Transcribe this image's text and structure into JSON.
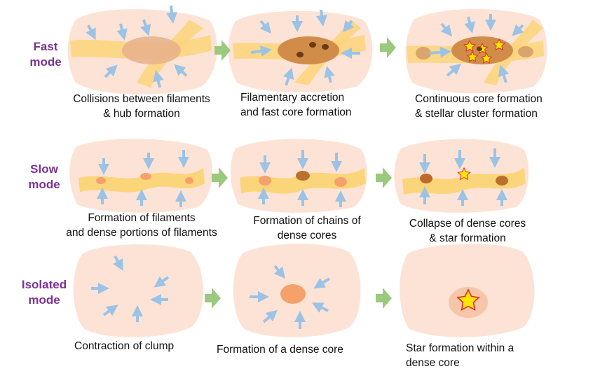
{
  "modes": {
    "fast": [
      "Fast",
      "mode"
    ],
    "slow": [
      "Slow",
      "mode"
    ],
    "isolated": [
      "Isolated",
      "mode"
    ]
  },
  "captions": {
    "fast1": [
      "Collisions between filaments",
      "& hub formation"
    ],
    "fast2": [
      "Filamentary accretion",
      "and fast core formation"
    ],
    "fast3": [
      "Continuous core formation",
      "& stellar cluster formation"
    ],
    "slow1": [
      "Formation of filaments",
      "and dense portions of filaments"
    ],
    "slow2": [
      "Formation of chains of",
      "dense cores"
    ],
    "slow3": [
      "Collapse of dense cores",
      "& star formation"
    ],
    "iso1": [
      "Contraction of clump"
    ],
    "iso2": [
      "Formation of a dense core"
    ],
    "iso3": [
      "Star formation within a",
      "dense core"
    ]
  },
  "colors": {
    "cloud": "#fde3d6",
    "filament": "#fbd57a",
    "arrow": "#9cc3e6",
    "hub_light": "#e8b08a",
    "hub_dark": "#d28c4a",
    "core": "#f4a26a",
    "core_dark": "#b9712d",
    "step_arrow": "#9bc97e",
    "star_fill": "#ffe600",
    "star_edge": "#e02a2a",
    "mode_label": "#7a3394"
  }
}
